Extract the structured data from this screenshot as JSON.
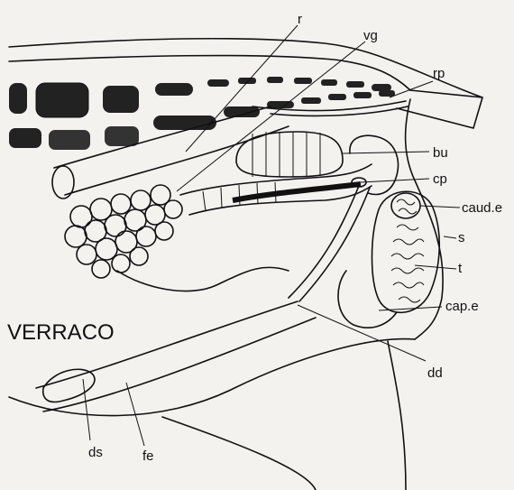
{
  "title": "VERRACO",
  "labels": {
    "r": "r",
    "vg": "vg",
    "rp": "rp",
    "bu": "bu",
    "cp": "cp",
    "caud_e": "caud.e",
    "s": "s",
    "t": "t",
    "cap_e": "cap.e",
    "dd": "dd",
    "ds": "ds",
    "fe": "fe"
  },
  "colors": {
    "ink": "#111111",
    "paper": "#f4f2ef"
  }
}
